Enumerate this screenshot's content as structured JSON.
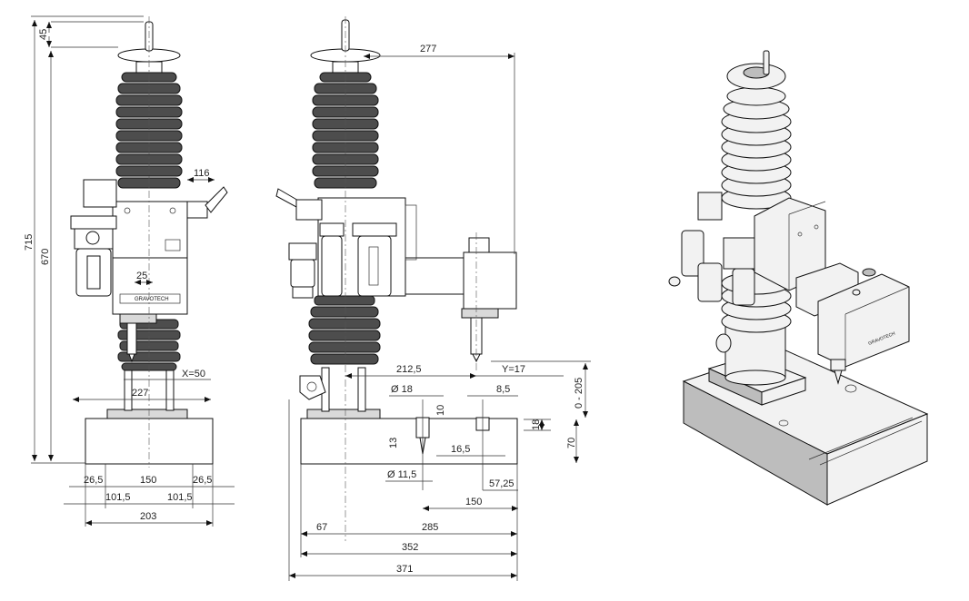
{
  "front_view": {
    "dims": {
      "d45": "45",
      "d715": "715",
      "d670": "670",
      "d116": "116",
      "d25": "25",
      "x50": "X=50",
      "d227": "227",
      "d26a": "26,5",
      "d150": "150",
      "d26b": "26,5",
      "d101a": "101,5",
      "d101b": "101,5",
      "d203": "203"
    },
    "logo_text": "GRAVOTECH"
  },
  "side_view": {
    "dims": {
      "d277": "277",
      "d212": "212,5",
      "y17": "Y=17",
      "d0205": "0 - 205",
      "d18dia": "Ø 18",
      "d85": "8,5",
      "d10": "10",
      "d18": "18",
      "d13": "13",
      "d16": "16,5",
      "d70": "70",
      "d11dia": "Ø 11,5",
      "d57": "57,25",
      "d150": "150",
      "d67": "67",
      "d285": "285",
      "d352": "352",
      "d371": "371"
    }
  },
  "iso_view": {
    "logo_text": "GRAVOTECH"
  }
}
